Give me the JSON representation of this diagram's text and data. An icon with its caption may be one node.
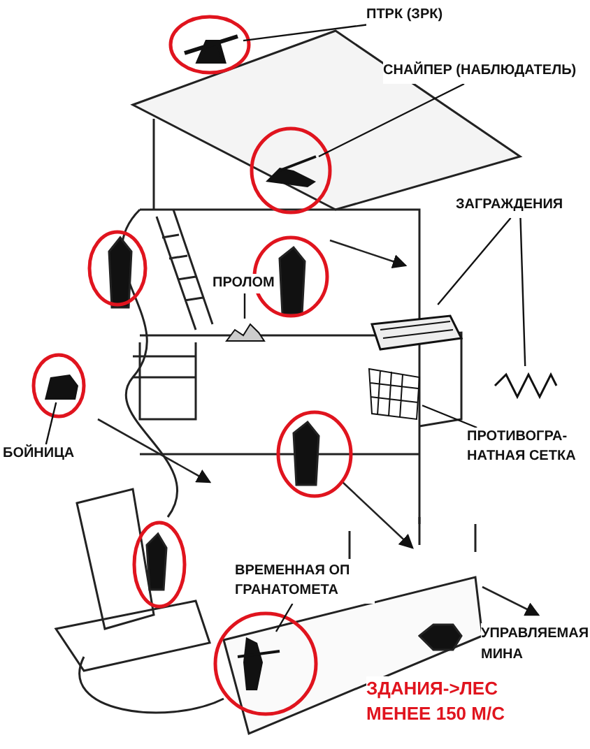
{
  "diagram": {
    "nodes": [
      {
        "text": [
          "ПТРК (ЗРК)"
        ]
      },
      {
        "text": [],
        "shape": "picture"
      },
      {
        "text": [
          "СНАЙПЕР (НАБЛЮДАТЕЛЬ)"
        ]
      },
      {
        "text": [],
        "shape": "picture"
      },
      {
        "text": [
          "ЗАГРАЖДЕНИЯ"
        ]
      },
      {
        "text": [],
        "shape": "picture"
      },
      {
        "text": [],
        "shape": "picture"
      },
      {
        "text": [
          "ПРОЛОМ"
        ]
      },
      {
        "text": [],
        "shape": "picture"
      },
      {
        "text": [
          "БОЙНИЦА"
        ]
      },
      {
        "text": [],
        "shape": "picture"
      },
      {
        "text": [
          "ПРОТИВОГРА-НАТНАЯ СЕТКА"
        ]
      },
      {
        "text": [],
        "shape": "picture"
      },
      {
        "text": [
          "ВРЕМЕННАЯ ОП ГРАНАТОМЕТА"
        ]
      },
      {
        "text": [],
        "shape": "picture"
      }
    ],
    "edges": [
      {
        "from": 0,
        "to": 1,
        "arrow": "none"
      },
      {
        "from": 2,
        "to": 3,
        "arrow": "none"
      },
      {
        "from": 4,
        "to": 5,
        "arrow": "none"
      },
      {
        "from": 4,
        "to": 6,
        "arrow": "none"
      },
      {
        "from": 7,
        "to": 8,
        "arrow": "none"
      },
      {
        "from": 9,
        "to": 10,
        "arrow": "none"
      },
      {
        "from": 11,
        "to": 12,
        "arrow": "none"
      },
      {
        "from": 13,
        "to": 14,
        "arrow": "none"
      }
    ],
    "labels": [
      "УПРАВЛЯЕМАЯ МИНА",
      "ЗДАНИЯ->ЛЕС МЕНЕЕ 150 М/С"
    ]
  }
}
